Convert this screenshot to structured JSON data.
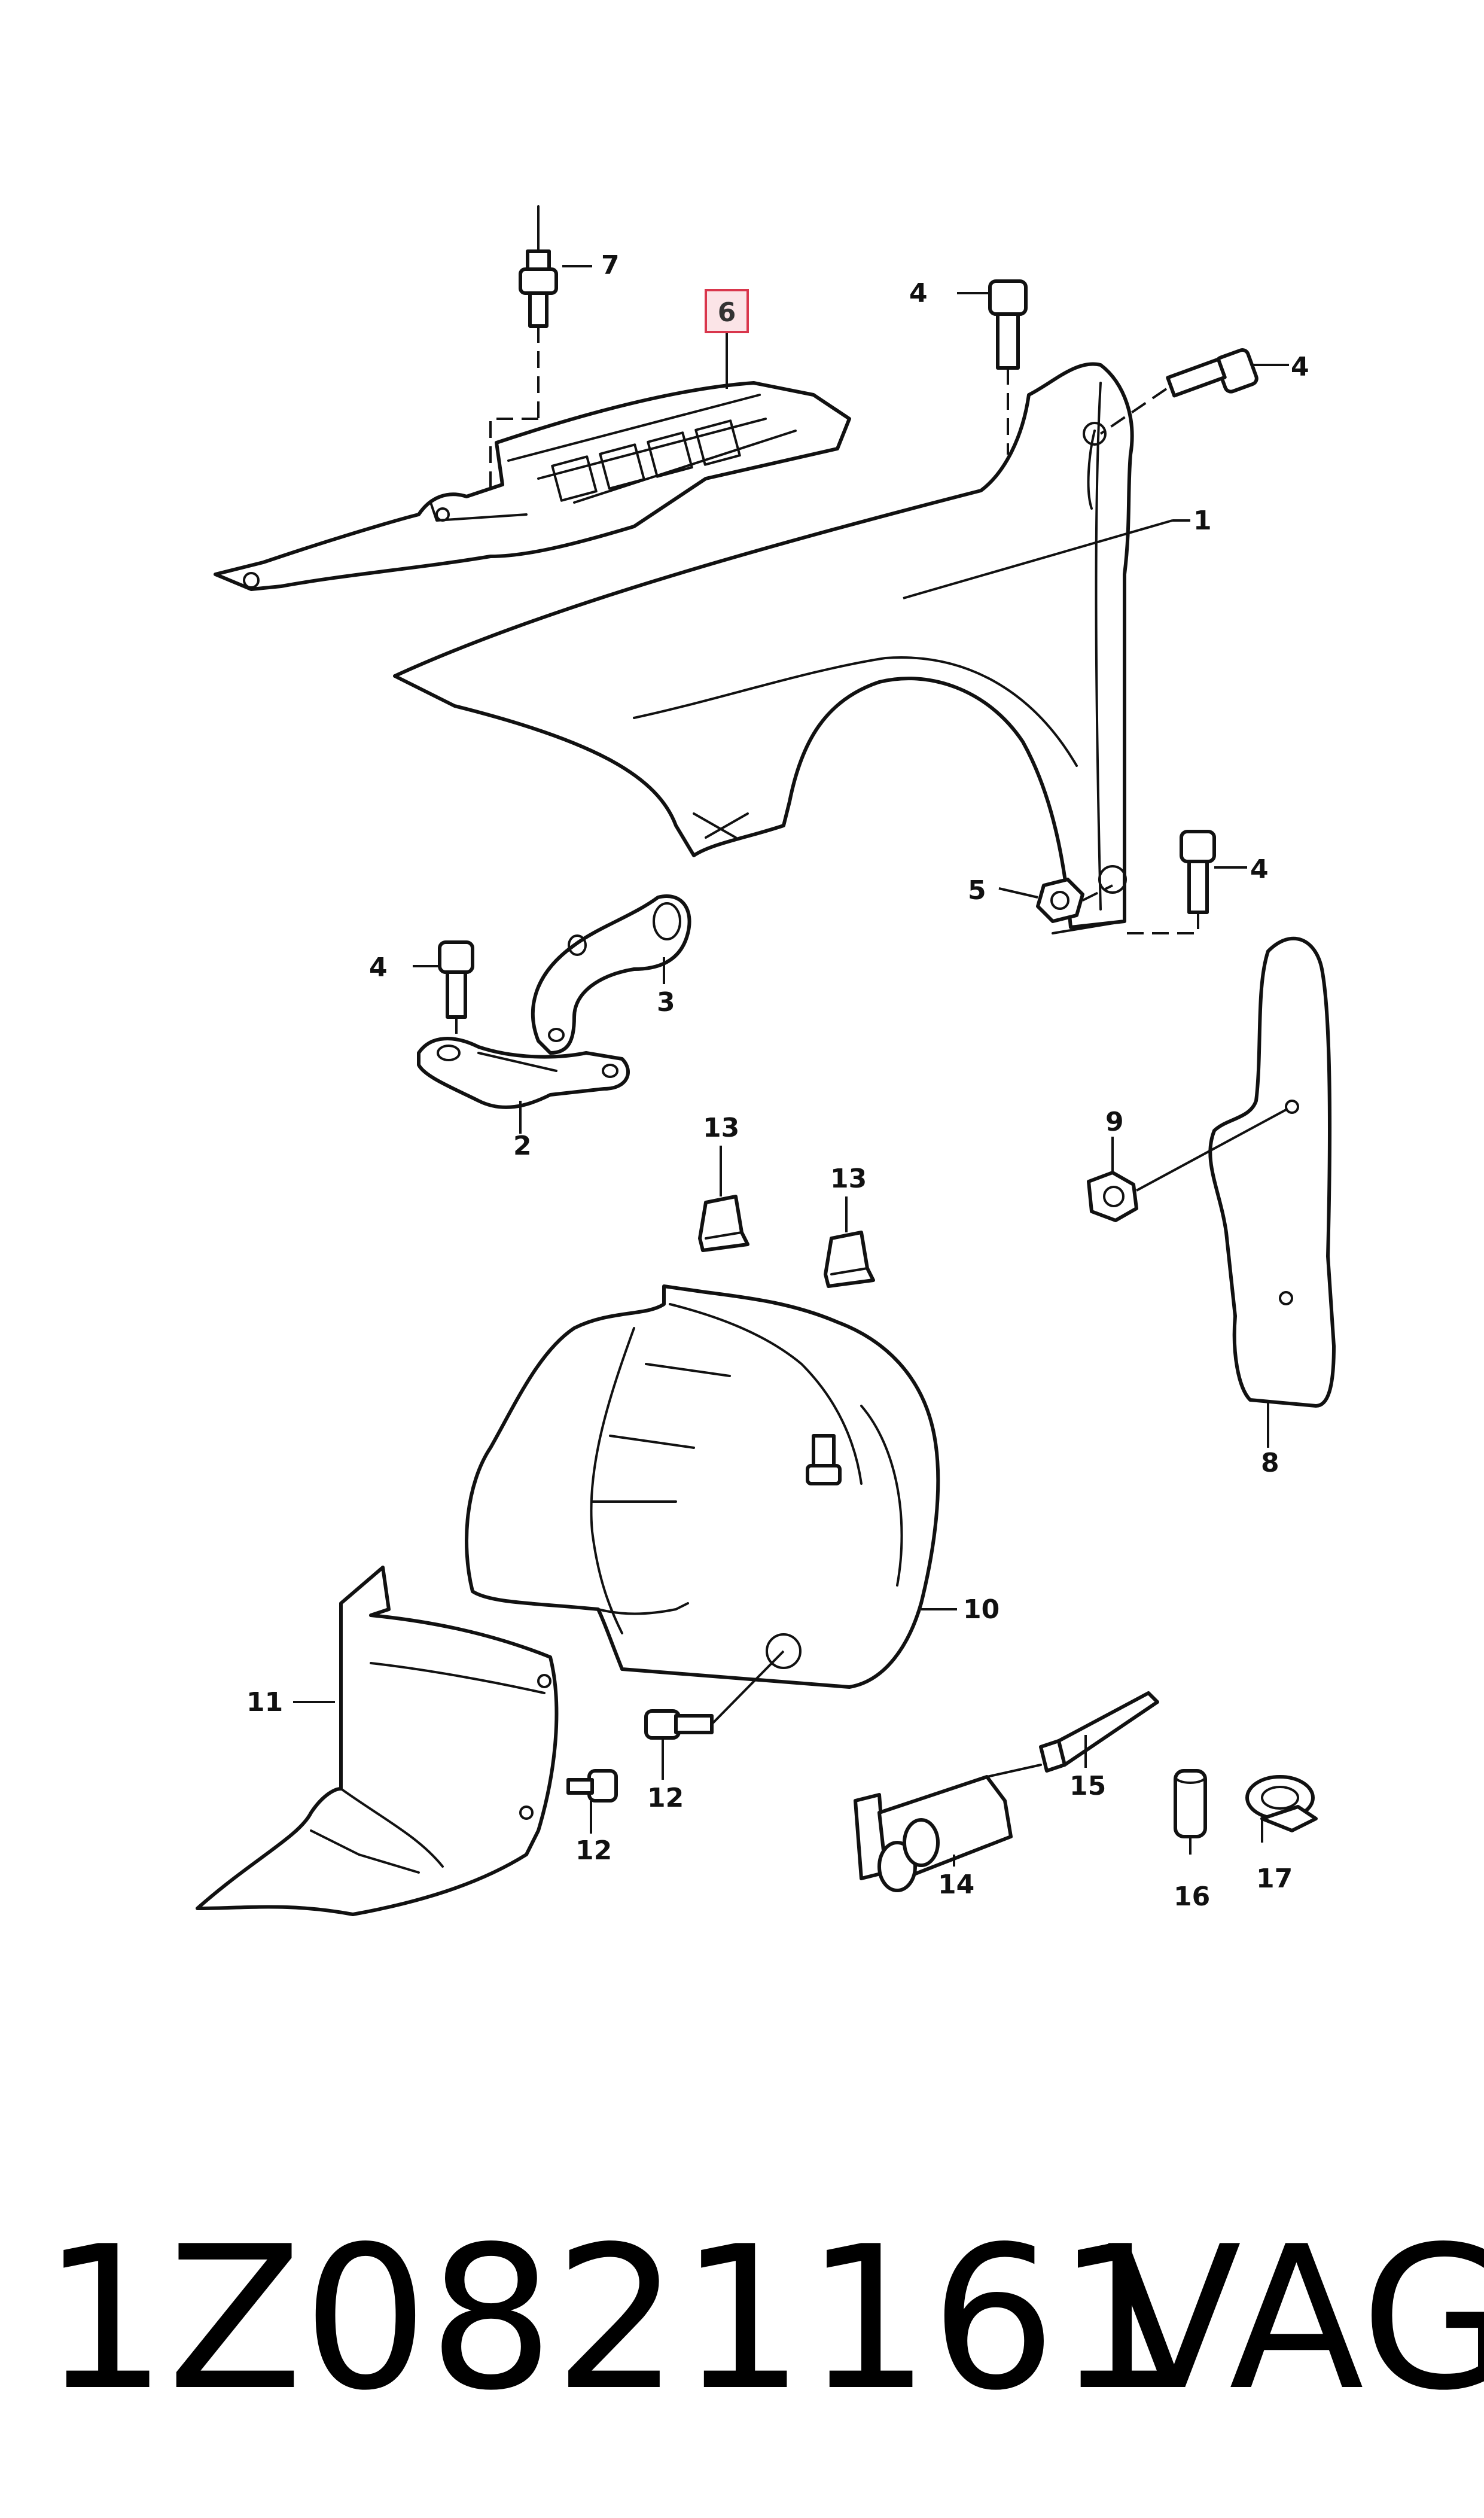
{
  "callouts": {
    "c1": "1",
    "c2": "2",
    "c3": "3",
    "c4a": "4",
    "c4b": "4",
    "c4c": "4",
    "c4d": "4",
    "c5": "5",
    "c6": "6",
    "c7": "7",
    "c8": "8",
    "c9": "9",
    "c10": "10",
    "c11": "11",
    "c12a": "12",
    "c12b": "12",
    "c13a": "13",
    "c13b": "13",
    "c14": "14",
    "c15": "15",
    "c16": "16",
    "c17": "17"
  },
  "highlight": {
    "color": "#d9364c",
    "fill": "#fbe4e7"
  },
  "caption": {
    "part_number": "1Z0821161",
    "brand": "VAG"
  }
}
